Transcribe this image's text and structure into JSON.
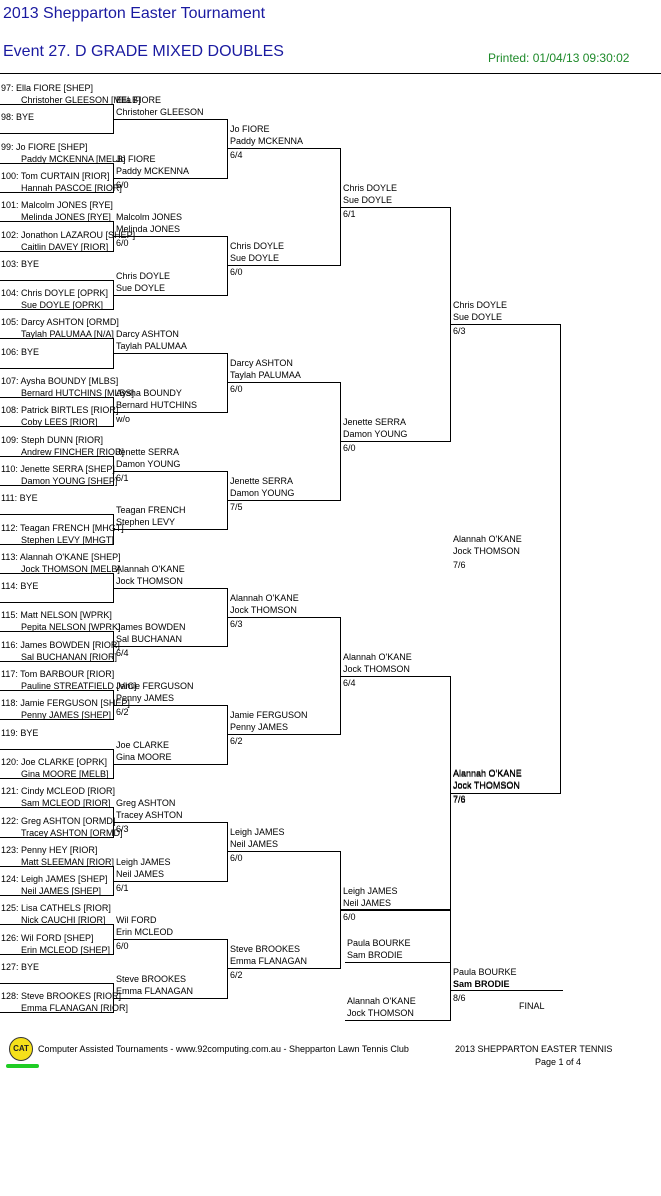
{
  "header": {
    "tournament": "2013 Shepparton Easter Tournament",
    "event": "Event 27. D GRADE MIXED DOUBLES",
    "printed": "Printed: 01/04/13 09:30:02"
  },
  "round1": [
    [
      "97: Ella FIORE [SHEP]",
      "Christoher GLEESON [MELB]"
    ],
    [
      "98: BYE",
      ""
    ],
    [
      "99: Jo FIORE [SHEP]",
      "Paddy MCKENNA [MELB]"
    ],
    [
      "100: Tom CURTAIN [RIOR]",
      "Hannah PASCOE [RIOR]"
    ],
    [
      "101: Malcolm JONES [RYE]",
      "Melinda JONES [RYE]"
    ],
    [
      "102: Jonathon LAZAROU [SHEP]",
      "Caitlin DAVEY [RIOR]"
    ],
    [
      "103: BYE",
      ""
    ],
    [
      "104: Chris DOYLE [OPRK]",
      "Sue DOYLE [OPRK]"
    ],
    [
      "105: Darcy ASHTON [ORMD]",
      "Taylah PALUMAA [N/A]"
    ],
    [
      "106: BYE",
      ""
    ],
    [
      "107: Aysha BOUNDY [MLBS]",
      "Bernard HUTCHINS [MLBS]"
    ],
    [
      "108: Patrick BIRTLES [RIOR]",
      "Coby LEES [RIOR]"
    ],
    [
      "109: Steph DUNN [RIOR]",
      "Andrew FINCHER [RIOR]"
    ],
    [
      "110: Jenette SERRA [SHEP]",
      "Damon YOUNG [SHEP]"
    ],
    [
      "111: BYE",
      ""
    ],
    [
      "112: Teagan FRENCH [MHGT]",
      "Stephen LEVY [MHGT]"
    ],
    [
      "113: Alannah O'KANE [SHEP]",
      "Jock THOMSON [MELB]"
    ],
    [
      "114: BYE",
      ""
    ],
    [
      "115: Matt NELSON [WPRK]",
      "Pepita NELSON [WPRK]"
    ],
    [
      "116: James BOWDEN [RIOR]",
      "Sal BUCHANAN [RIOR]"
    ],
    [
      "117: Tom BARBOUR [RIOR]",
      "Pauline STREATFIELD [VIC]"
    ],
    [
      "118: Jamie FERGUSON [SHEP]",
      "Penny JAMES [SHEP]"
    ],
    [
      "119: BYE",
      ""
    ],
    [
      "120: Joe CLARKE [OPRK]",
      "Gina MOORE [MELB]"
    ],
    [
      "121: Cindy MCLEOD [RIOR]",
      "Sam MCLEOD [RIOR]"
    ],
    [
      "122: Greg ASHTON [ORMD]",
      "Tracey ASHTON [ORMD]"
    ],
    [
      "123: Penny HEY [RIOR]",
      "Matt SLEEMAN [RIOR]"
    ],
    [
      "124: Leigh JAMES [SHEP]",
      "Neil JAMES [SHEP]"
    ],
    [
      "125: Lisa CATHELS [RIOR]",
      "Nick CAUCHI [RIOR]"
    ],
    [
      "126: Wil FORD [SHEP]",
      "Erin MCLEOD [SHEP]"
    ],
    [
      "127: BYE",
      ""
    ],
    [
      "128: Steve BROOKES [RIOR]",
      "Emma FLANAGAN [RIOR]"
    ]
  ],
  "round2": [
    [
      "Ella FIORE",
      "Christoher GLEESON",
      ""
    ],
    [
      "Jo FIORE",
      "Paddy MCKENNA",
      "6/0"
    ],
    [
      "Malcolm JONES",
      "Melinda JONES",
      "6/0"
    ],
    [
      "Chris DOYLE",
      "Sue DOYLE",
      ""
    ],
    [
      "Darcy ASHTON",
      "Taylah PALUMAA",
      ""
    ],
    [
      "Aysha BOUNDY",
      "Bernard HUTCHINS",
      "w/o"
    ],
    [
      "Jenette SERRA",
      "Damon YOUNG",
      "6/1"
    ],
    [
      "Teagan FRENCH",
      "Stephen LEVY",
      ""
    ],
    [
      "Alannah O'KANE",
      "Jock THOMSON",
      ""
    ],
    [
      "James BOWDEN",
      "Sal BUCHANAN",
      "6/4"
    ],
    [
      "Jamie FERGUSON",
      "Penny JAMES",
      "6/2"
    ],
    [
      "Joe CLARKE",
      "Gina MOORE",
      ""
    ],
    [
      "Greg ASHTON",
      "Tracey ASHTON",
      "6/3"
    ],
    [
      "Leigh JAMES",
      "Neil JAMES",
      "6/1"
    ],
    [
      "Wil FORD",
      "Erin MCLEOD",
      "6/0"
    ],
    [
      "Steve BROOKES",
      "Emma FLANAGAN",
      ""
    ]
  ],
  "round3": [
    [
      "Jo FIORE",
      "Paddy MCKENNA",
      "6/4"
    ],
    [
      "Chris DOYLE",
      "Sue DOYLE",
      "6/0"
    ],
    [
      "Darcy ASHTON",
      "Taylah PALUMAA",
      "6/0"
    ],
    [
      "Jenette SERRA",
      "Damon YOUNG",
      "7/5"
    ],
    [
      "Alannah O'KANE",
      "Jock THOMSON",
      "6/3"
    ],
    [
      "Jamie FERGUSON",
      "Penny JAMES",
      "6/2"
    ],
    [
      "Leigh JAMES",
      "Neil JAMES",
      "6/0"
    ],
    [
      "Steve BROOKES",
      "Emma FLANAGAN",
      "6/2"
    ]
  ],
  "round4": [
    [
      "Chris DOYLE",
      "Sue DOYLE",
      "6/1"
    ],
    [
      "Jenette SERRA",
      "Damon YOUNG",
      "6/0"
    ],
    [
      "Alannah O'KANE",
      "Jock THOMSON",
      "6/4"
    ],
    [
      "Leigh JAMES",
      "Neil JAMES",
      "6/0"
    ]
  ],
  "round5": [
    [
      "Chris DOYLE",
      "Sue DOYLE",
      "6/3"
    ],
    [
      "Alannah O'KANE",
      "Jock THOMSON",
      "7/6"
    ]
  ],
  "round6": [
    [
      "Alannah O'KANE",
      "Jock THOMSON",
      "7/6"
    ],
    [
      "Alannah O'KANE",
      "Jock THOMSON",
      "7/6"
    ]
  ],
  "final_pair_top": [
    "Paula BOURKE",
    "Sam BRODIE"
  ],
  "final_pair_bottom": [
    "Alannah O'KANE",
    "Jock THOMSON"
  ],
  "champion": [
    "Paula BOURKE",
    "Sam BRODIE",
    "8/6"
  ],
  "final_label": "FINAL",
  "footer": {
    "logo": "CAT",
    "credit": "Computer Assisted Tournaments - www.92computing.com.au -  Shepparton Lawn Tennis Club",
    "right_title": "2013 SHEPPARTON EASTER TENNIS",
    "page": "Page 1 of 4"
  }
}
